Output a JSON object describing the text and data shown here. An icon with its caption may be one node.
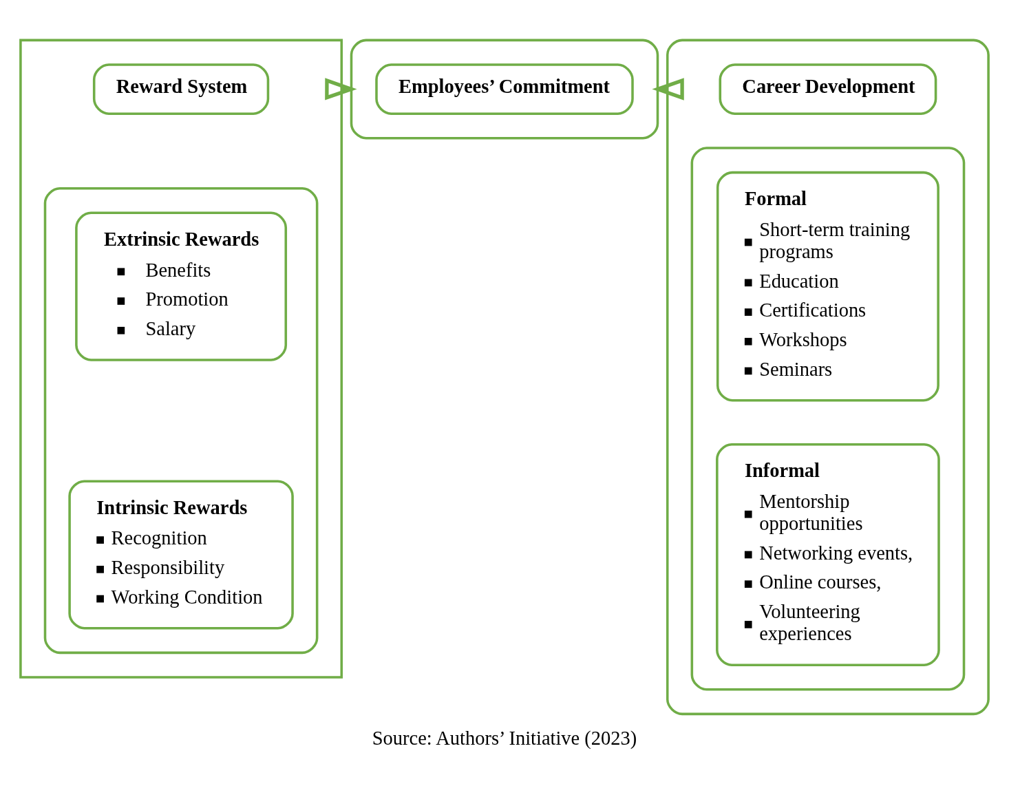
{
  "diagram": {
    "caption": "Source: Authors’ Initiative (2023)",
    "nodes": [
      {
        "text": [],
        "shape": "box"
      },
      {
        "text": [
          "Reward System"
        ],
        "in": 0
      },
      {
        "text": [],
        "shape": "box",
        "in": 0
      },
      {
        "text": [
          "Extrinsic Rewards",
          "Benefits",
          "Promotion",
          "Salary"
        ],
        "in": 2
      },
      {
        "text": [
          "Intrinsic Rewards",
          "Recognition",
          "Responsibility",
          "Working Condition"
        ],
        "in": 2
      },
      {
        "text": [],
        "shape": "box"
      },
      {
        "text": [
          "Employees’ Commitment"
        ],
        "in": 5
      },
      {
        "text": [],
        "shape": "box"
      },
      {
        "text": [
          "Career Development"
        ],
        "in": 7
      },
      {
        "text": [],
        "shape": "box",
        "in": 7
      },
      {
        "text": [
          "Formal",
          "Short-term training programs",
          "Education",
          "Certifications",
          "Workshops",
          "Seminars"
        ],
        "in": 9
      },
      {
        "text": [
          "Informal",
          "Mentorship opportunities",
          "Networking events,",
          "Online courses,",
          "Volunteering experiences"
        ],
        "in": 9
      }
    ],
    "edges": [
      {
        "from": 0,
        "to": 5,
        "arrow": "to"
      },
      {
        "from": 7,
        "to": 5,
        "arrow": "to"
      }
    ]
  }
}
